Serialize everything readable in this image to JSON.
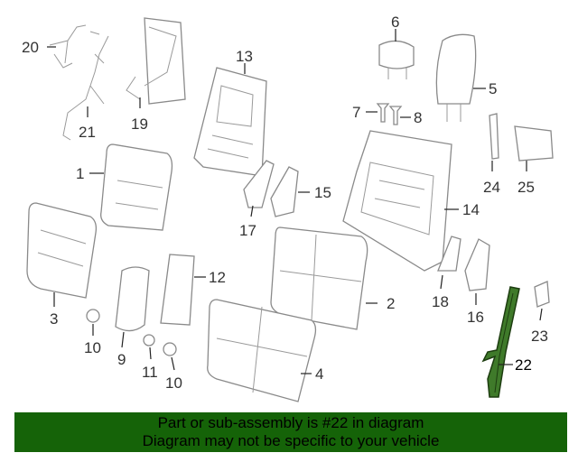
{
  "diagram": {
    "callouts": [
      {
        "id": "callout-20",
        "text": "20"
      },
      {
        "id": "callout-21",
        "text": "21"
      },
      {
        "id": "callout-19",
        "text": "19"
      },
      {
        "id": "callout-13",
        "text": "13"
      },
      {
        "id": "callout-6",
        "text": "6"
      },
      {
        "id": "callout-5",
        "text": "5"
      },
      {
        "id": "callout-7",
        "text": "7"
      },
      {
        "id": "callout-8",
        "text": "8"
      },
      {
        "id": "callout-1",
        "text": "1"
      },
      {
        "id": "callout-24",
        "text": "24"
      },
      {
        "id": "callout-25",
        "text": "25"
      },
      {
        "id": "callout-15",
        "text": "15"
      },
      {
        "id": "callout-14",
        "text": "14"
      },
      {
        "id": "callout-17",
        "text": "17"
      },
      {
        "id": "callout-12",
        "text": "12"
      },
      {
        "id": "callout-2",
        "text": "2"
      },
      {
        "id": "callout-18",
        "text": "18"
      },
      {
        "id": "callout-16",
        "text": "16"
      },
      {
        "id": "callout-3",
        "text": "3"
      },
      {
        "id": "callout-10a",
        "text": "10"
      },
      {
        "id": "callout-9",
        "text": "9"
      },
      {
        "id": "callout-11",
        "text": "11"
      },
      {
        "id": "callout-10b",
        "text": "10"
      },
      {
        "id": "callout-4",
        "text": "4"
      },
      {
        "id": "callout-23",
        "text": "23"
      },
      {
        "id": "callout-22",
        "text": "22"
      }
    ],
    "highlight_color": "#2f6b1f"
  },
  "banner": {
    "line1": "Part or sub-assembly is #22 in diagram",
    "line2": "Diagram may not be specific to your vehicle",
    "color": "#156308"
  }
}
